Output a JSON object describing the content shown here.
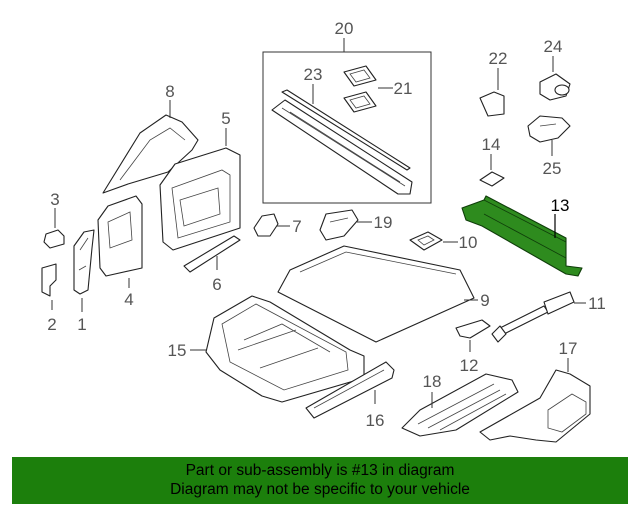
{
  "diagram": {
    "callouts": [
      "1",
      "2",
      "3",
      "4",
      "5",
      "6",
      "7",
      "8",
      "9",
      "10",
      "11",
      "12",
      "13",
      "14",
      "15",
      "16",
      "17",
      "18",
      "19",
      "20",
      "21",
      "22",
      "23",
      "24",
      "25"
    ],
    "selected_callout": "13",
    "highlight_color": "#2e8b1e"
  },
  "banner": {
    "line1": "Part or sub-assembly is #13 in diagram",
    "line2": "Diagram may not be specific to your vehicle",
    "background": "#1c7f0c"
  }
}
